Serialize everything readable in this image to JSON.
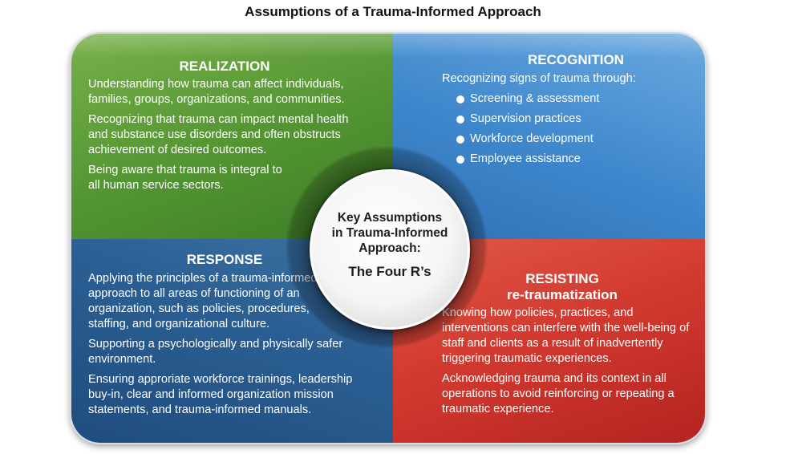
{
  "title": "Assumptions of a Trauma-Informed Approach",
  "center": {
    "line1": "Key Assumptions",
    "line2": "in Trauma-Informed",
    "line3": "Approach:",
    "subtitle": "The Four R’s"
  },
  "realization": {
    "heading": "REALIZATION",
    "color": "#529432",
    "paragraphs": [
      "Understanding how trauma can affect individuals, families, groups, organizations, and communities.",
      "Recognizing that trauma can impact mental health and substance use disorders and often obstructs achievement of desired outcomes.",
      "Being aware that trauma is integral to all human service sectors."
    ]
  },
  "recognition": {
    "heading": "RECOGNITION",
    "color": "#3e87cc",
    "intro": "Recognizing signs of trauma through:",
    "items": [
      "Screening & assessment",
      "Supervision practices",
      "Workforce development",
      "Employee assistance"
    ]
  },
  "response": {
    "heading": "RESPONSE",
    "color": "#2b5f93",
    "paragraphs": [
      "Applying the principles of a trauma-informed approach to all areas of functioning of an organization, such as policies, procedures, staffing, and organizational culture.",
      "Supporting a psychologically and physically safer environment.",
      "Ensuring approriate workforce trainings, leadership buy-in, clear and informed organization mission statements, and trauma-informed manuals."
    ]
  },
  "resisting": {
    "heading1": "RESISTING",
    "heading2": "re-traumatization",
    "color": "#d23a30",
    "paragraphs": [
      "Knowing how policies, practices, and interventions can interfere with the well-being of staff and clients as a result of inadvertently triggering traumatic experiences.",
      "Acknowledging trauma and its context in all operations to avoid reinforcing or repeating a traumatic experience."
    ]
  }
}
